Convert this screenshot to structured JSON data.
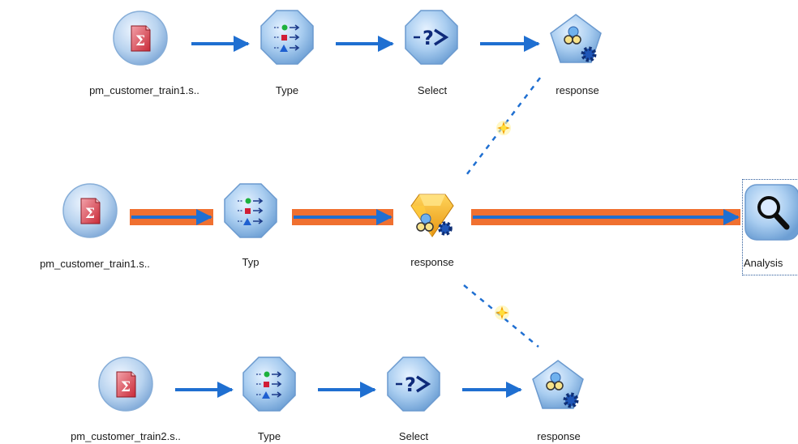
{
  "stream": {
    "row1": {
      "source_label": "pm_customer_train1.s..",
      "type_label": "Type",
      "select_label": "Select",
      "model_label": "response"
    },
    "row2": {
      "source_label": "pm_customer_train1.s..",
      "type_label": "Typ",
      "nugget_label": "response",
      "analysis_label": "Analysis"
    },
    "row3": {
      "source_label": "pm_customer_train2.s..",
      "type_label": "Type",
      "select_label": "Select",
      "model_label": "response"
    }
  },
  "colors": {
    "link": "#1f6fd1",
    "highlight": "#f07030",
    "node_blue": "#9fc6ec",
    "nugget_gold": "#f5b52a",
    "source_red": "#cc2f3c"
  },
  "icons": {
    "source": "statistics-file-icon",
    "type": "type-icon",
    "select": "select-icon",
    "model": "modeling-icon",
    "nugget": "model-nugget-icon",
    "analysis": "analysis-magnifier-icon",
    "link_marker": "sparkle-icon"
  }
}
